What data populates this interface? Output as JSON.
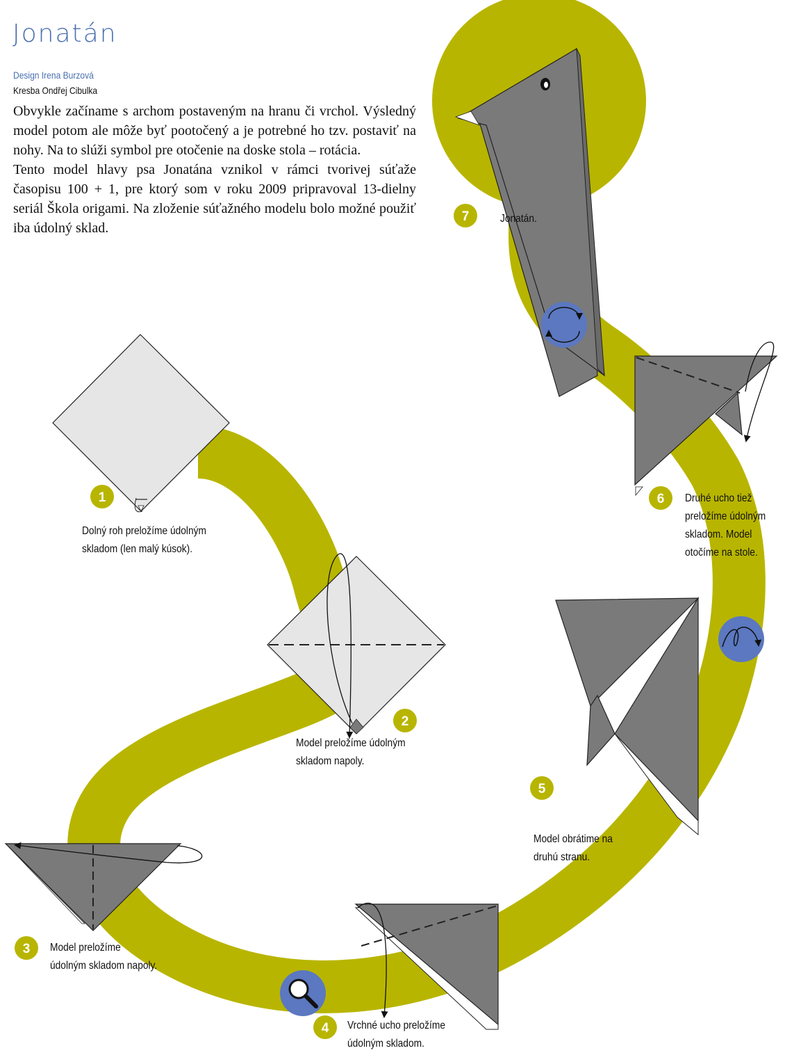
{
  "header": {
    "title": "Jonatán",
    "design_credit": "Design Irena Burzová",
    "drawing_credit": "Kresba Ondřej Cibulka"
  },
  "intro": {
    "paragraph1": "Obvykle začíname s archom postaveným na hranu či vrchol. Výsledný model potom ale môže byť pootočený a je potrebné ho tzv. postaviť na nohy. Na to slúži symbol pre otočenie na doske stola – rotácia.",
    "paragraph2": "Tento model hlavy psa Jonatána vznikol v rámci tvorivej súťaže časopisu 100 + 1, pre ktorý som v roku 2009 pripravoval 13-dielny seriál Škola origami. Na zloženie súťažného modelu bolo možné použiť iba údolný sklad."
  },
  "colors": {
    "path": "#b8b500",
    "symbol_circle": "#5b78c0",
    "paper_white": "#e6e6e6",
    "paper_gray": "#7a7a7a",
    "text_blue": "#4a6fb0"
  },
  "steps": [
    {
      "number": "1",
      "caption": "Dolný roh preložíme údolným\nskladom (len malý kúsok)."
    },
    {
      "number": "2",
      "caption": "Model preložíme údolným\nskladom napoly."
    },
    {
      "number": "3",
      "caption": "Model preložíme\núdolným skladom napoly."
    },
    {
      "number": "4",
      "caption": "Vrchné ucho preložíme\núdolným skladom."
    },
    {
      "number": "5",
      "caption": "Model obrátime na\ndruhú stranu."
    },
    {
      "number": "6",
      "caption": "Druhé ucho tiež\npreložíme údolným\nskladom. Model\notočíme na stole."
    },
    {
      "number": "7",
      "caption": "Jonatán."
    }
  ],
  "symbols": {
    "rotate": "rotate-icon",
    "turn_over": "turn-over-icon",
    "magnify": "magnifier-icon"
  }
}
